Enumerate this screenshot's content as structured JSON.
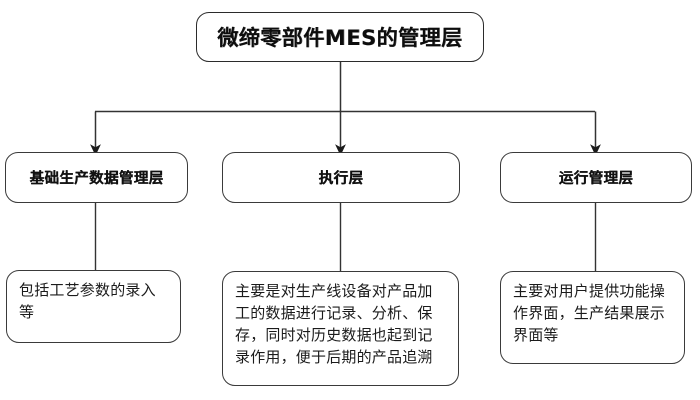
{
  "diagram": {
    "title_node": {
      "label": "微缔零部件MES的管理层",
      "icon": "rounded-rectangle-node"
    },
    "layers": [
      {
        "id": "basic-production-data",
        "label": "基础生产数据管理层",
        "description": "包括工艺参数的录入等"
      },
      {
        "id": "execution",
        "label": "执行层",
        "description": "主要是对生产线设备对产品加工的数据进行记录、分析、保存，同时对历史数据也起到记录作用，便于后期的产品追溯"
      },
      {
        "id": "runtime-management",
        "label": "运行管理层",
        "description": "主要对用户提供功能操作界面，生产结果展示界面等"
      }
    ],
    "connectors": {
      "style": "orthogonal-with-arrowheads",
      "line_color": "#333333",
      "arrow_color": "#1a1a1a"
    },
    "colors": {
      "background": "#ffffff",
      "node_fill": "#ffffff",
      "node_border": "#3a3a3a",
      "text": "#111111"
    }
  }
}
